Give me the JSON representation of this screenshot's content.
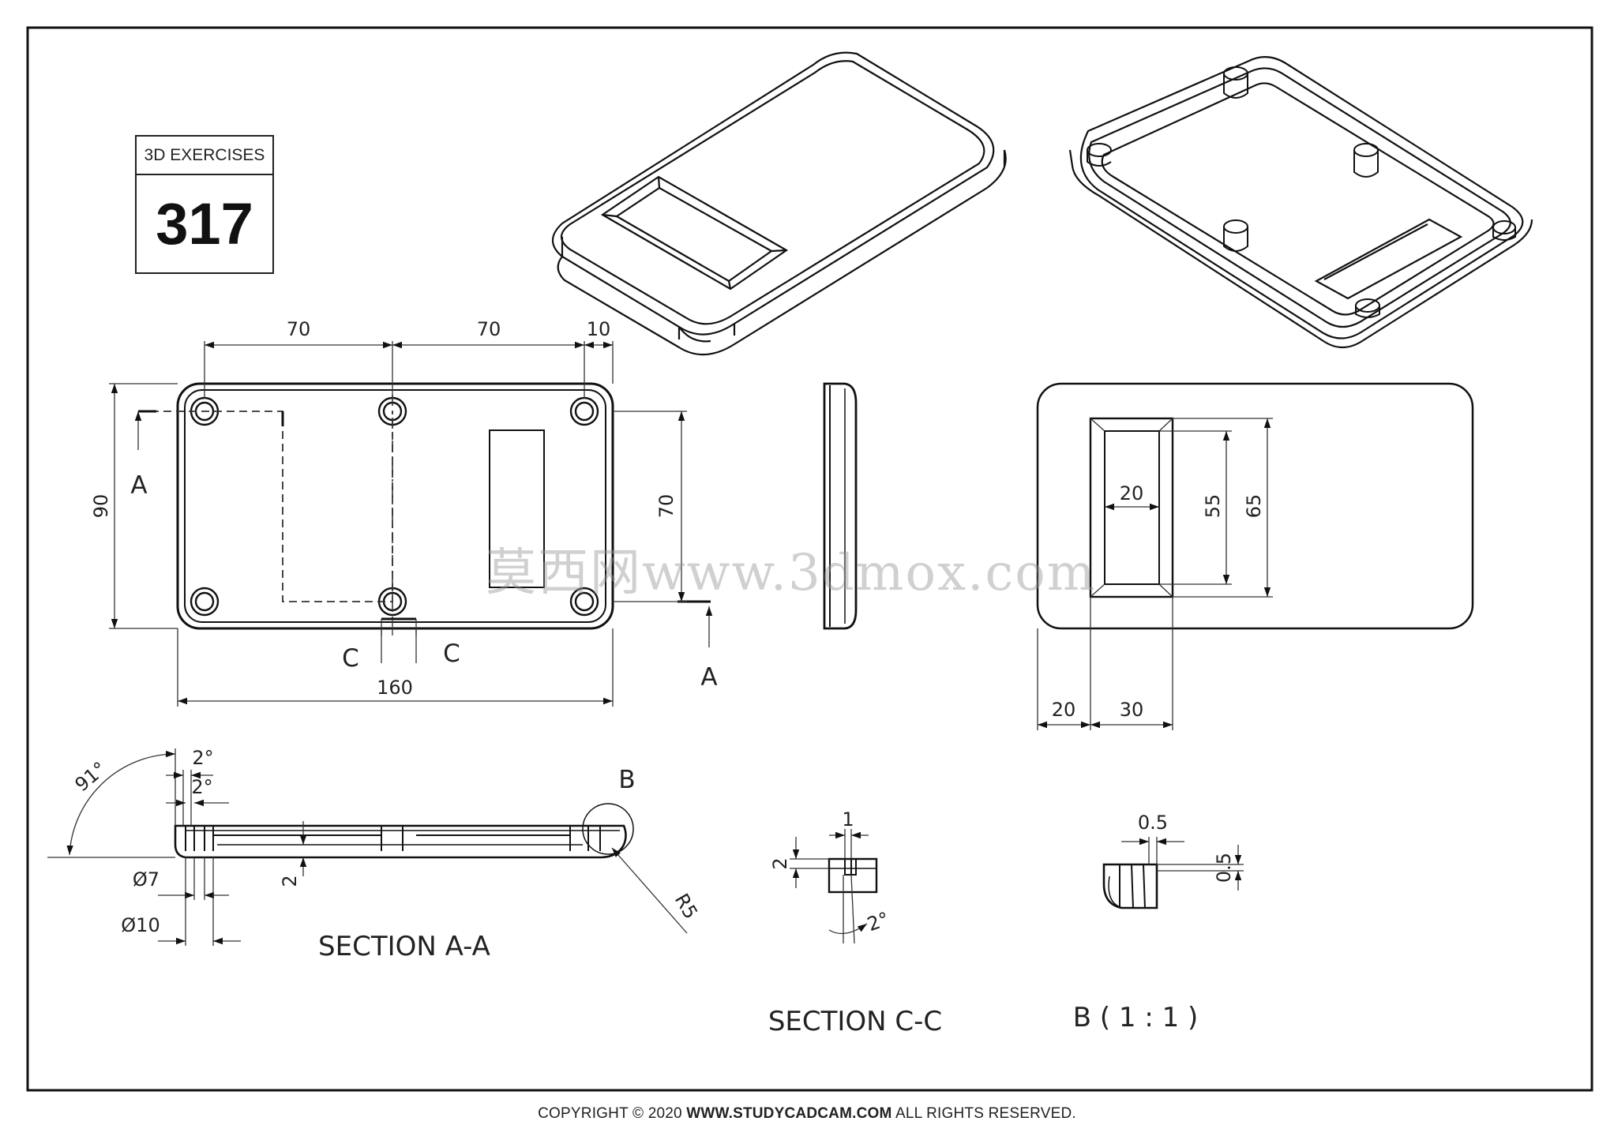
{
  "badge": {
    "label": "3D EXERCISES",
    "number": "317"
  },
  "front_view": {
    "dims_top": [
      "70",
      "70",
      "10"
    ],
    "dim_height_left": "90",
    "dim_height_right": "70",
    "dim_width": "160",
    "section_marks": {
      "a_top": "A",
      "a_bottom": "A",
      "c_left": "C",
      "c_right": "C"
    }
  },
  "top_view": {
    "dim_window_width": "20",
    "dim_inner_height": "55",
    "dim_outer_height": "65",
    "dim_offset": "20",
    "dim_window_outer": "30"
  },
  "section_aa": {
    "title": "SECTION A-A",
    "angle": "91°",
    "draft_1": "2°",
    "draft_2": "2°",
    "dia_inner": "Ø7",
    "dia_outer": "Ø10",
    "wall": "2",
    "radius": "R5",
    "detail_mark": "B"
  },
  "section_cc": {
    "title": "SECTION C-C",
    "dim_width": "1",
    "dim_height": "2",
    "draft": "2°"
  },
  "detail_b": {
    "title": "B ( 1 : 1 )",
    "dim_horizontal": "0.5",
    "dim_vertical": "0.5"
  },
  "watermark": "莫西网www.3dmox.com",
  "footer": {
    "prefix": "COPYRIGHT © 2020 ",
    "site": "WWW.STUDYCADCAM.COM",
    "suffix": " ALL RIGHTS RESERVED."
  }
}
